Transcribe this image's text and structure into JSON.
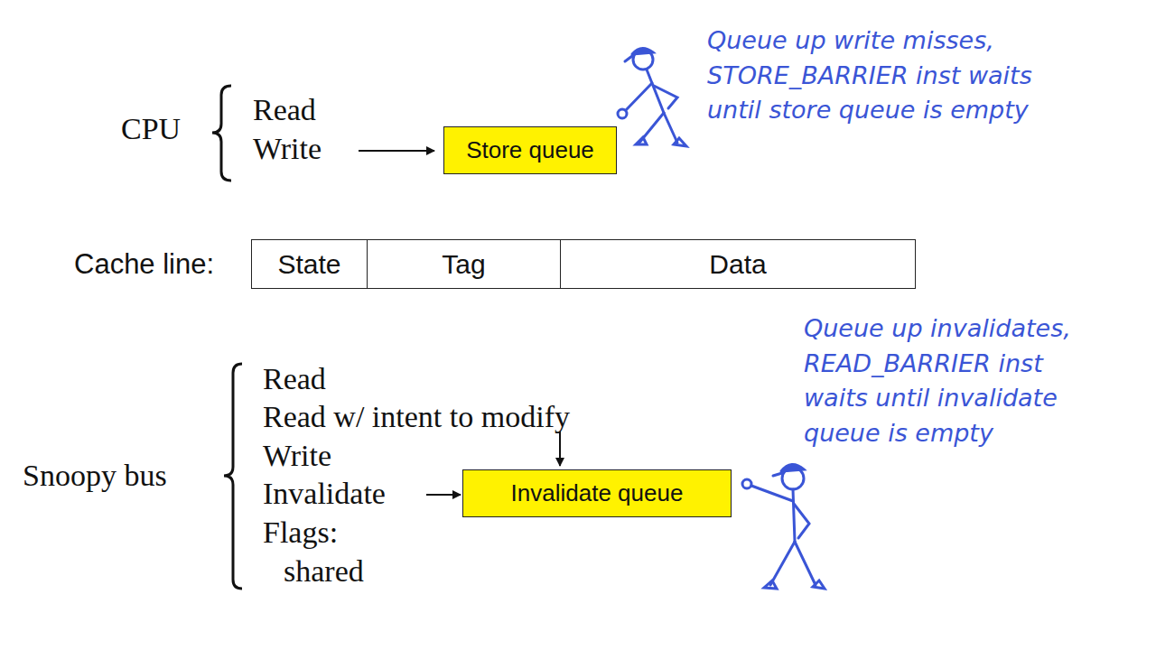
{
  "diagram": {
    "nodes": [
      {
        "text": [
          "Store queue"
        ]
      },
      {
        "text": [
          "State"
        ]
      },
      {
        "text": [
          "Tag"
        ]
      },
      {
        "text": [
          "Data"
        ]
      },
      {
        "text": [
          "Invalidate queue"
        ]
      }
    ],
    "labels": [
      "CPU",
      "Read",
      "Write",
      "Queue up write misses, STORE_BARRIER inst waits until store queue is empty",
      "Cache line:",
      "Snoopy bus",
      "Read",
      "Read w/ intent to modify",
      "Write",
      "Invalidate",
      "Flags:",
      "shared",
      "Queue up invalidates, READ_BARRIER inst waits until invalidate queue is empty"
    ]
  }
}
